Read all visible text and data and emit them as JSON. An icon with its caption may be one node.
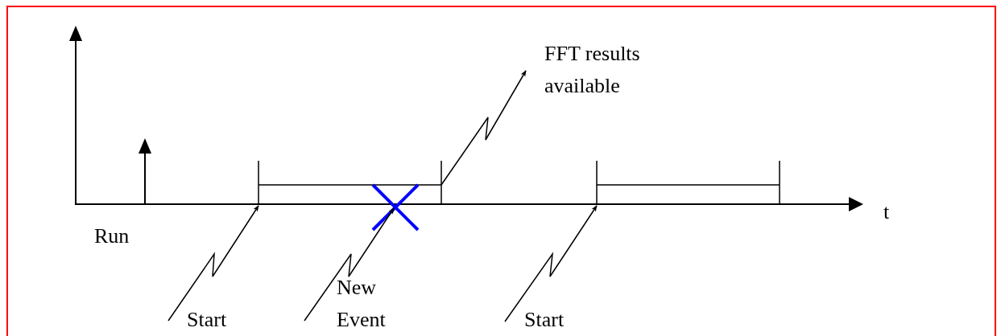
{
  "diagram": {
    "nodes": [
      {
        "text": [
          "Start"
        ]
      },
      {
        "text": [
          "New Event"
        ]
      },
      {
        "text": [
          "Start"
        ]
      },
      {
        "text": [
          "FFT results available"
        ]
      },
      {
        "text": [],
        "shape": "bar"
      },
      {
        "text": [],
        "shape": "cross"
      },
      {
        "text": [],
        "shape": "bar"
      }
    ],
    "edges": [
      {
        "from": 0,
        "to": 4,
        "arrow": "to"
      },
      {
        "from": 1,
        "to": 5,
        "arrow": "to"
      },
      {
        "from": 2,
        "to": 6,
        "arrow": "to"
      },
      {
        "from": 4,
        "to": 3,
        "arrow": "to"
      }
    ],
    "labels": [
      "Run",
      "t"
    ]
  }
}
